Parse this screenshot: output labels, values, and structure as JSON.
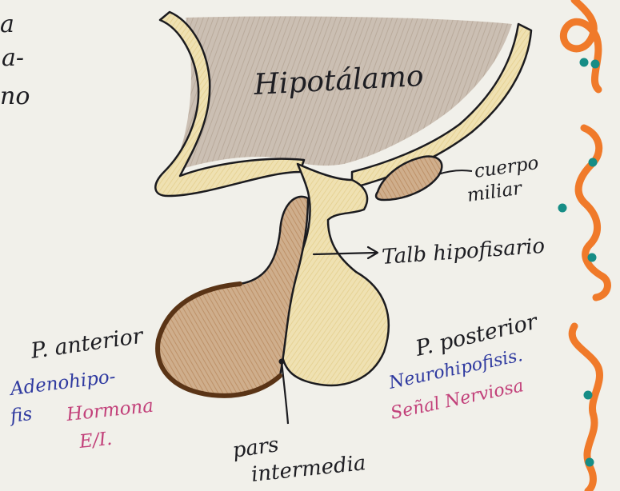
{
  "labels": {
    "top_left_fragments": [
      "a",
      "a-",
      "no"
    ],
    "hypothalamus": "Hipotálamo",
    "mammillary_body": [
      "cuerpo",
      "miliar"
    ],
    "stalk": "Talb hipofisario",
    "anterior": {
      "title": "P. anterior",
      "subtitle": [
        "Adenohipo-",
        "fis"
      ],
      "note": [
        "Hormona",
        "E/I."
      ]
    },
    "posterior": {
      "title": "P. posterior",
      "subtitle": "Neurohipofisis.",
      "note": "Señal Nerviosa"
    },
    "intermediate": [
      "pars",
      "intermedia"
    ]
  },
  "colors": {
    "paper": "#f1f0ea",
    "outline": "#1b1b1f",
    "hypothalamus_fill": "#cbbfb3",
    "stalk_fill": "#ecdca8",
    "anterior_fill": "#caa987",
    "anterior_rim": "#5a3416",
    "ink_blue": "#2f3aa0",
    "ink_pink": "#c2417a",
    "binding_orange": "#f07a2a",
    "binding_teal": "#168d86"
  }
}
